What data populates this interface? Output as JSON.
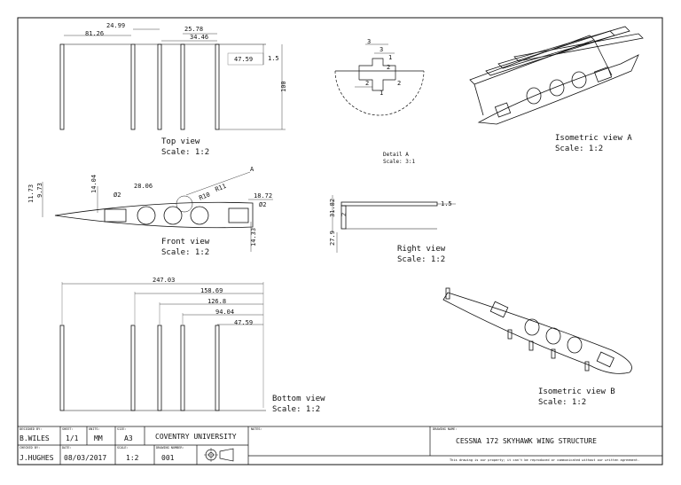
{
  "views": {
    "top": {
      "name": "Top view",
      "scale": "Scale:  1:2"
    },
    "front": {
      "name": "Front view",
      "scale": "Scale:  1:2"
    },
    "bottom": {
      "name": "Bottom view",
      "scale": "Scale:  1:2"
    },
    "right": {
      "name": "Right view",
      "scale": "Scale:  1:2"
    },
    "detail": {
      "name": "Detail A",
      "scale": "Scale:  3:1"
    },
    "iso_a": {
      "name": "Isometric view A",
      "scale": "Scale:  1:2"
    },
    "iso_b": {
      "name": "Isometric view B",
      "scale": "Scale:  1:2"
    }
  },
  "dimensions": {
    "top": [
      "81.26",
      "24.99",
      "25.78",
      "34.46",
      "47.59",
      "1.5",
      "100"
    ],
    "front": [
      "11.73",
      "9.73",
      "14.04",
      "Ø2",
      "28.06",
      "R10",
      "R11",
      "A",
      "18.72",
      "Ø2",
      "14.33"
    ],
    "right": [
      "31.82",
      "2",
      "27.9",
      "1.5"
    ],
    "detail": [
      "3",
      "3",
      "1",
      "2",
      "2",
      "2",
      "1"
    ],
    "bottom": [
      "247.03",
      "158.69",
      "126.8",
      "94.04",
      "47.59"
    ]
  },
  "title_block": {
    "designed_by_label": "DESIGNED BY:",
    "designed_by": "B.WILES",
    "sheet_label": "SHEET:",
    "sheet": "1/1",
    "units_label": "UNITS:",
    "units": "MM",
    "size_label": "SIZE:",
    "size": "A3",
    "organisation": "COVENTRY UNIVERSITY",
    "notes_label": "NOTES:",
    "checked_by_label": "CHECKED BY:",
    "checked_by": "J.HUGHES",
    "date_label": "DATE:",
    "date": "08/03/2017",
    "scale_label": "SCALE:",
    "scale": "1:2",
    "drawing_number_label": "DRAWING NUMBER:",
    "drawing_number": "001",
    "drawing_name_label": "DRAWING NAME:",
    "drawing_name": "CESSNA 172 SKYHAWK WING STRUCTURE",
    "disclaimer": "This drawing is our property; it can't be reproduced or communicated without our written agreement."
  }
}
